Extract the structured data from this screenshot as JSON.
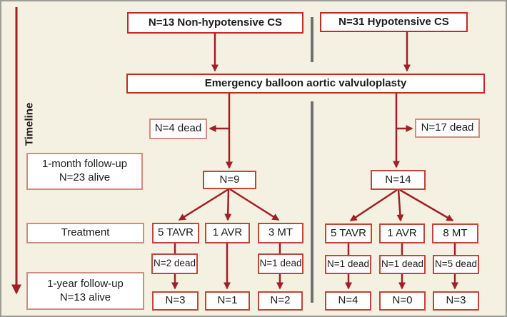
{
  "colors": {
    "background": "#f5f1e2",
    "box_fill": "#ffffff",
    "border_strong": "#c32b24",
    "border_medium": "#c2453c",
    "border_light": "#d18b80",
    "arrow": "#9f2026",
    "divider": "#707070",
    "outer_border": "#9d9d97",
    "text": "#1b1b1b"
  },
  "timeline": {
    "label": "Timeline"
  },
  "cohorts": {
    "non_hypotensive": "N=13 Non-hypotensive CS",
    "hypotensive": "N=31 Hypotensive CS"
  },
  "procedure": {
    "label": "Emergency balloon aortic valvuloplasty"
  },
  "stages": {
    "one_month": {
      "line1": "1-month follow-up",
      "line2": "N=23 alive"
    },
    "treatment": {
      "label": "Treatment"
    },
    "one_year": {
      "line1": "1-year follow-up",
      "line2": "N=13 alive"
    }
  },
  "left_branch": {
    "early_deaths": "N=4 dead",
    "survivors_1mo": "N=9",
    "treatments": [
      {
        "name": "5 TAVR",
        "deaths": "N=2 dead",
        "alive_1yr": "N=3"
      },
      {
        "name": "1 AVR",
        "deaths": "",
        "alive_1yr": "N=1"
      },
      {
        "name": "3 MT",
        "deaths": "N=1 dead",
        "alive_1yr": "N=2"
      }
    ]
  },
  "right_branch": {
    "early_deaths": "N=17 dead",
    "survivors_1mo": "N=14",
    "treatments": [
      {
        "name": "5 TAVR",
        "deaths": "N=1 dead",
        "alive_1yr": "N=4"
      },
      {
        "name": "1 AVR",
        "deaths": "N=1 dead",
        "alive_1yr": "N=0"
      },
      {
        "name": "8 MT",
        "deaths": "N=5 dead",
        "alive_1yr": "N=3"
      }
    ]
  }
}
